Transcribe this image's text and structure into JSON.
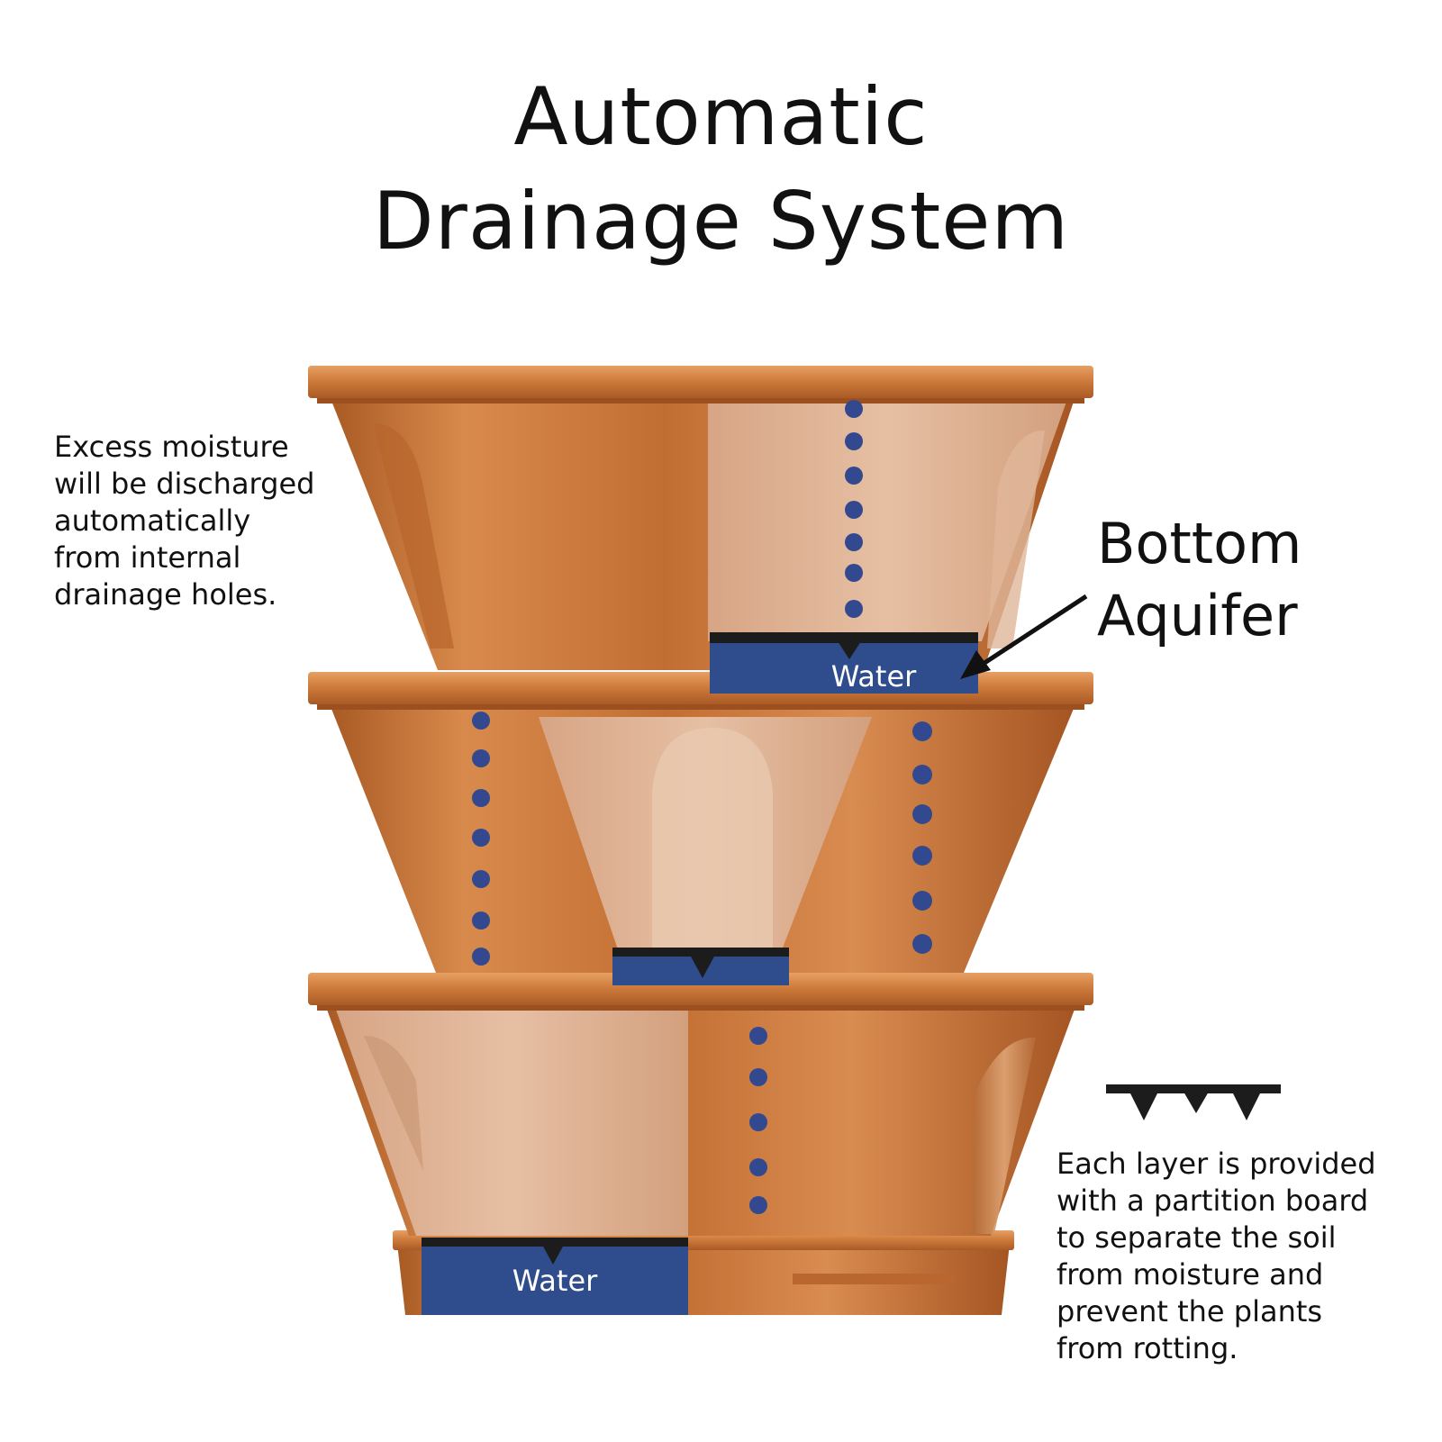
{
  "title": {
    "line1": "Automatic",
    "line2": "Drainage System"
  },
  "note_left": {
    "lines": [
      "Excess moisture",
      "will be discharged",
      "automatically",
      "from internal",
      "drainage holes."
    ]
  },
  "aquifer_label": {
    "line1": "Bottom",
    "line2": "Aquifer"
  },
  "water_labels": {
    "upper": "Water",
    "lower": "Water"
  },
  "note_right": {
    "lines": [
      "Each layer is provided",
      "with a partition board",
      "to separate the soil",
      "from moisture and",
      "prevent the plants",
      "from rotting."
    ]
  },
  "colors": {
    "copper": "#c9753a",
    "copper_dark": "#a85a24",
    "copper_light": "#e8a065",
    "cutaway": "#dcae8f",
    "water": "#2f4c8c",
    "droplet": "#33498f",
    "partition": "#1c1c1c"
  }
}
